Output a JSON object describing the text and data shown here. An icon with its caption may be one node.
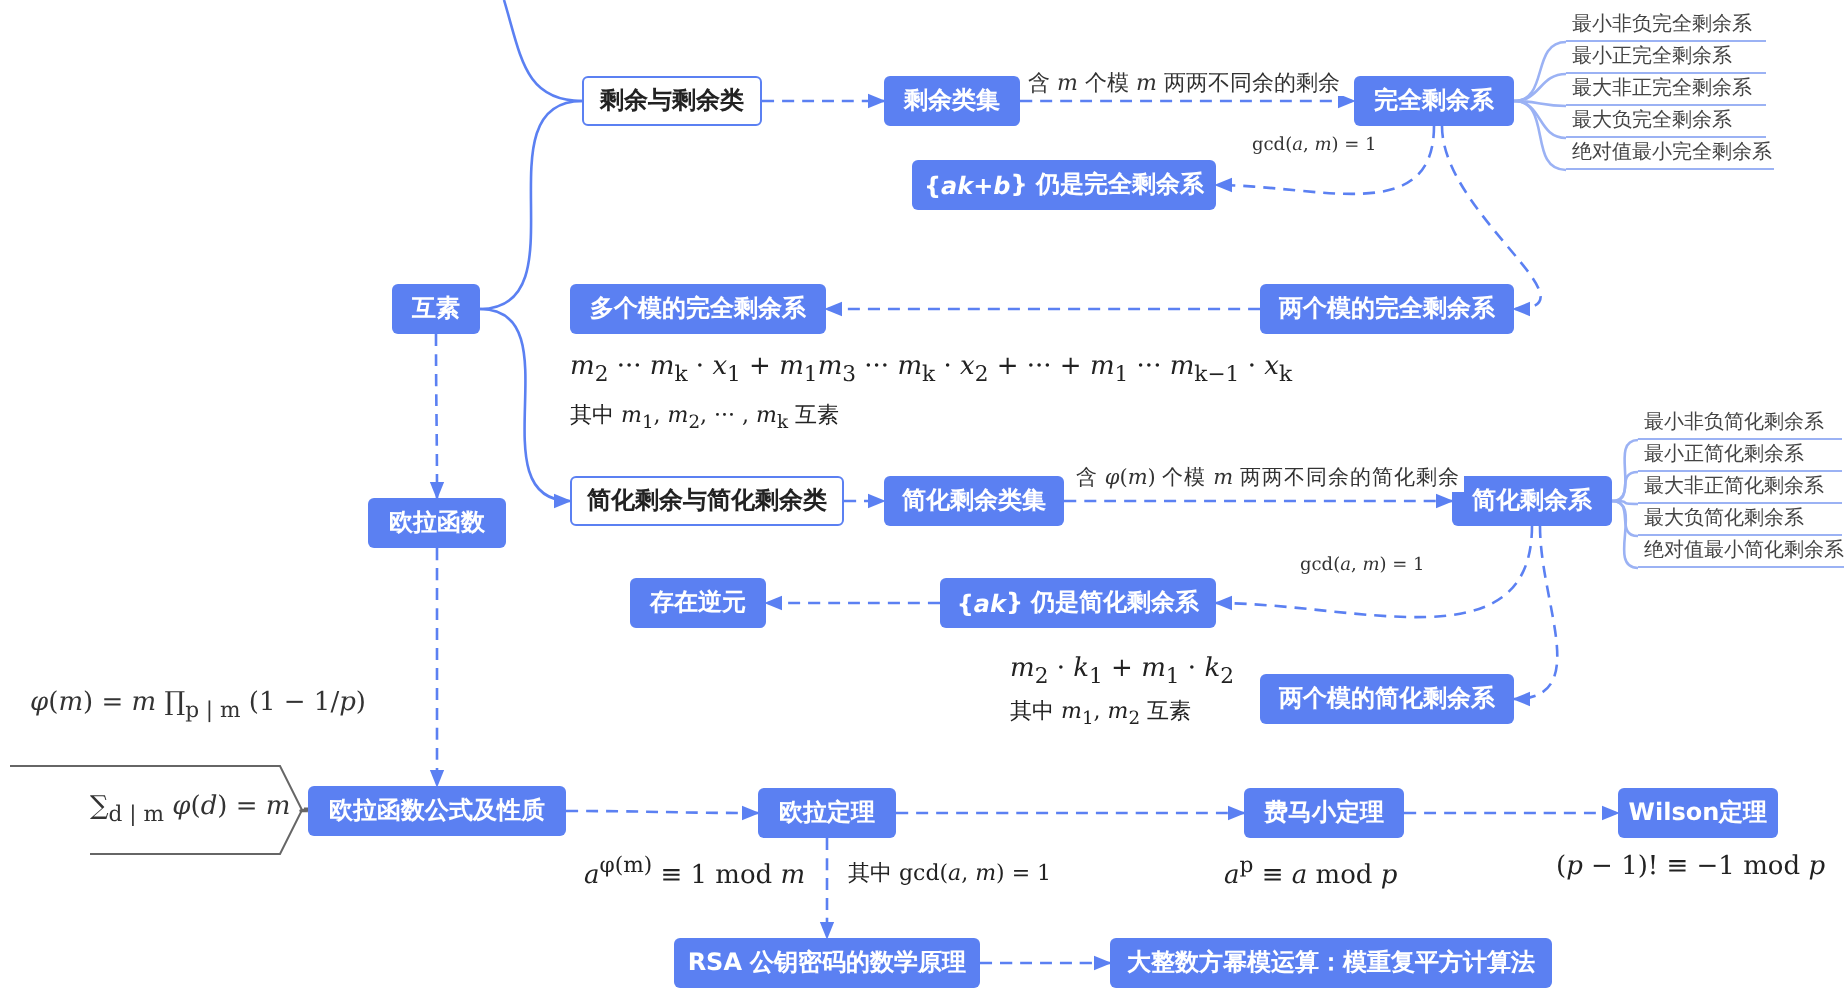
{
  "diagram": {
    "nodes": [
      {
        "text": [
          "剩余与剩余类"
        ]
      },
      {
        "text": [
          "剩余类集"
        ]
      },
      {
        "text": [
          "完全剩余系"
        ]
      },
      {
        "text": [
          "最小非负完全剩余系"
        ]
      },
      {
        "text": [
          "最小正完全剩余系"
        ]
      },
      {
        "text": [
          "最大非正完全剩余系"
        ]
      },
      {
        "text": [
          "最大负完全剩余系"
        ]
      },
      {
        "text": [
          "绝对值最小完全剩余系"
        ]
      },
      {
        "text": [
          "{*ak*+*b*} 仍是完全剩余系"
        ]
      },
      {
        "text": [
          "多个模的完全剩余系"
        ]
      },
      {
        "text": [
          "两个模的完全剩余系"
        ]
      },
      {
        "text": [
          "互素"
        ]
      },
      {
        "text": [
          "简化剩余与简化剩余类"
        ]
      },
      {
        "text": [
          "简化剩余类集"
        ]
      },
      {
        "text": [
          "简化剩余系"
        ]
      },
      {
        "text": [
          "最小非负简化剩余系"
        ]
      },
      {
        "text": [
          "最小正简化剩余系"
        ]
      },
      {
        "text": [
          "最大非正简化剩余系"
        ]
      },
      {
        "text": [
          "最大负简化剩余系"
        ]
      },
      {
        "text": [
          "绝对值最小简化剩余系"
        ]
      },
      {
        "text": [
          "欧拉函数"
        ]
      },
      {
        "text": [
          "存在逆元"
        ]
      },
      {
        "text": [
          "{*ak*} 仍是简化剩余系"
        ]
      },
      {
        "text": [
          "两个模的简化剩余系"
        ]
      },
      {
        "text": [
          "欧拉函数公式及性质"
        ]
      },
      {
        "text": [
          "欧拉定理"
        ]
      },
      {
        "text": [
          "费马小定理"
        ]
      },
      {
        "text": [
          "Wilson定理"
        ]
      },
      {
        "text": [
          "RSA 公钥密码的数学原理"
        ]
      },
      {
        "text": [
          "大整数方幂模运算：模重复平方计算法"
        ]
      },
      {
        "text": [
          "*φ*(*m*) = *m* ∏$_{p | m}$ (1 − 1/*p*)",
          "∑$_{d | m}$ *φ*(*d*) = *m*"
        ]
      }
    ],
    "edges": [
      {
        "from": null,
        "to": 0,
        "arrow": "none"
      },
      {
        "from": 11,
        "to": 0,
        "arrow": "none"
      },
      {
        "from": 11,
        "to": 12,
        "arrow": "to"
      },
      {
        "from": 0,
        "to": 1,
        "arrow": "to",
        "style": "dashed"
      },
      {
        "from": 1,
        "to": 2,
        "arrow": "to",
        "style": "dashed",
        "label": "含 *m* 个模 *m* 两两不同余的剩余"
      },
      {
        "from": 2,
        "to": 3,
        "arrow": "none",
        "color": "#9bb2f4"
      },
      {
        "from": 2,
        "to": 4,
        "arrow": "none",
        "color": "#9bb2f4"
      },
      {
        "from": 2,
        "to": 5,
        "arrow": "none",
        "color": "#9bb2f4"
      },
      {
        "from": 2,
        "to": 6,
        "arrow": "none",
        "color": "#9bb2f4"
      },
      {
        "from": 2,
        "to": 7,
        "arrow": "none",
        "color": "#9bb2f4"
      },
      {
        "from": 2,
        "to": 8,
        "arrow": "to",
        "style": "dashed",
        "label": "gcd(*a*, *m*) = 1"
      },
      {
        "from": 2,
        "to": 10,
        "arrow": "to",
        "style": "dashed"
      },
      {
        "from": 10,
        "to": 9,
        "arrow": "to",
        "style": "dashed"
      },
      {
        "from": 11,
        "to": 20,
        "arrow": "to",
        "style": "dashed"
      },
      {
        "from": 12,
        "to": 13,
        "arrow": "to",
        "style": "dashed"
      },
      {
        "from": 13,
        "to": 14,
        "arrow": "to",
        "style": "dashed",
        "label": "含 *φ*(*m*) 个模 *m* 两两不同余的简化剩余"
      },
      {
        "from": 14,
        "to": 15,
        "arrow": "none",
        "color": "#9bb2f4"
      },
      {
        "from": 14,
        "to": 16,
        "arrow": "none",
        "color": "#9bb2f4"
      },
      {
        "from": 14,
        "to": 17,
        "arrow": "none",
        "color": "#9bb2f4"
      },
      {
        "from": 14,
        "to": 18,
        "arrow": "none",
        "color": "#9bb2f4"
      },
      {
        "from": 14,
        "to": 19,
        "arrow": "none",
        "color": "#9bb2f4"
      },
      {
        "from": 14,
        "to": 22,
        "arrow": "to",
        "style": "dashed",
        "label": "gcd(*a*, *m*) = 1"
      },
      {
        "from": 14,
        "to": 23,
        "arrow": "to",
        "style": "dashed"
      },
      {
        "from": 22,
        "to": 21,
        "arrow": "to",
        "style": "dashed"
      },
      {
        "from": 20,
        "to": 24,
        "arrow": "to",
        "style": "dashed"
      },
      {
        "from": 24,
        "to": 30,
        "arrow": "none",
        "color": "#666666"
      },
      {
        "from": 24,
        "to": 25,
        "arrow": "to",
        "style": "dashed"
      },
      {
        "from": 25,
        "to": 26,
        "arrow": "to",
        "style": "dashed"
      },
      {
        "from": 26,
        "to": 27,
        "arrow": "to",
        "style": "dashed"
      },
      {
        "from": 25,
        "to": 28,
        "arrow": "to",
        "style": "dashed"
      },
      {
        "from": 28,
        "to": 29,
        "arrow": "to",
        "style": "dashed"
      }
    ],
    "labels": [
      "*m*$_{2}$ ··· *m*$_{k}$ · *x*$_{1}$ + *m*$_{1}$*m*$_{3}$ ··· *m*$_{k}$ · *x*$_{2}$ + ··· + *m*$_{1}$ ··· *m*$_{k−1}$ · *x*$_{k}$",
      "其中 *m*$_{1}$, *m*$_{2}$, ··· , *m*$_{k}$ 互素",
      "*m*$_{2}$ · *k*$_{1}$ + *m*$_{1}$ · *k*$_{2}$",
      "其中 *m*$_{1}$, *m*$_{2}$ 互素",
      "*a*$^{φ(m)}$ ≡ 1 mod *m*",
      "其中 gcd(*a*, *m*) = 1",
      "*a*$^{p}$ ≡ *a* mod *p*",
      "(*p* − 1)! ≡ −1 mod *p*"
    ]
  }
}
